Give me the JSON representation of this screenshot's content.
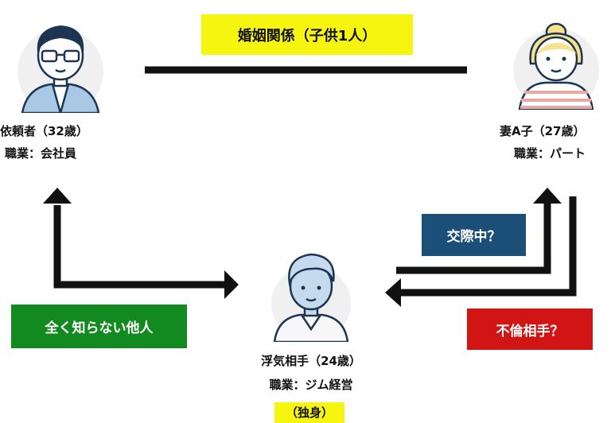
{
  "marriage_label": "婚姻関係（子供1人）",
  "client": {
    "name_line": "依頼者（32歳）",
    "job_line": "職業：会社員"
  },
  "wife": {
    "name_line": "妻A子（27歳）",
    "job_line": "職業：パート"
  },
  "lover": {
    "name_line": "浮気相手（24歳）",
    "job_line": "職業：ジム経営",
    "status_line": "（独身）"
  },
  "tags": {
    "dating": "交際中？",
    "affair": "不倫相手？",
    "stranger": "全く知らない他人"
  },
  "colors": {
    "yellow": "#f6f50f",
    "navy": "#1c4f78",
    "red": "#d11414",
    "green": "#138a1f",
    "avatar_bg": "#f0f0f0",
    "suit": "#a9c8e6",
    "lover_skin": "#c5daed",
    "wife_hair": "#f5e28a",
    "wife_stripes": "#e9a8a3"
  },
  "icons": {
    "client": "man-with-glasses-avatar",
    "wife": "woman-striped-shirt-avatar",
    "lover": "young-man-avatar"
  }
}
